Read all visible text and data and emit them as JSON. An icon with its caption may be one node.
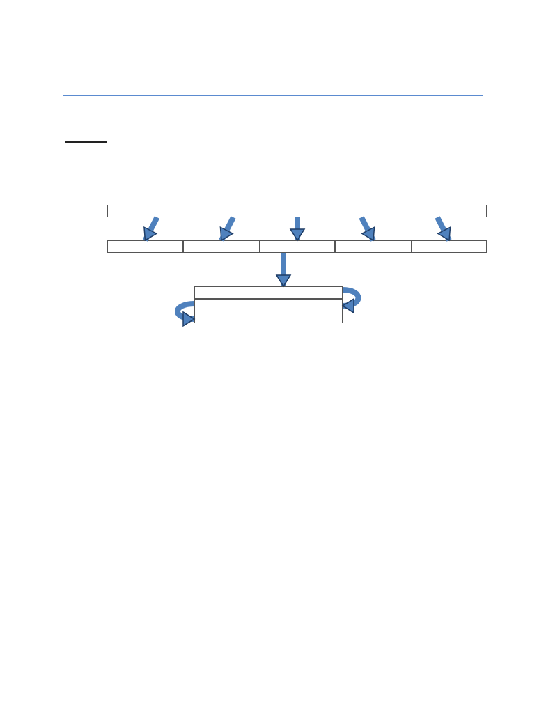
{
  "diagram": {
    "nodes": [
      {
        "text": [],
        "shape": "box"
      },
      {
        "text": [],
        "shape": "box"
      },
      {
        "text": [],
        "shape": "box"
      },
      {
        "text": [],
        "shape": "box"
      },
      {
        "text": [],
        "shape": "box"
      },
      {
        "text": [],
        "shape": "box"
      },
      {
        "text": [],
        "shape": "box"
      },
      {
        "text": [],
        "shape": "box"
      },
      {
        "text": [],
        "shape": "box"
      }
    ],
    "edges": [
      {
        "from": 0,
        "to": 1,
        "arrow": "to"
      },
      {
        "from": 0,
        "to": 2,
        "arrow": "to"
      },
      {
        "from": 0,
        "to": 3,
        "arrow": "to"
      },
      {
        "from": 0,
        "to": 4,
        "arrow": "to"
      },
      {
        "from": 0,
        "to": 5,
        "arrow": "to"
      },
      {
        "from": 3,
        "to": 6,
        "arrow": "to"
      },
      {
        "from": 6,
        "to": 7,
        "arrow": "to"
      },
      {
        "from": 7,
        "to": 8,
        "arrow": "to"
      }
    ]
  }
}
